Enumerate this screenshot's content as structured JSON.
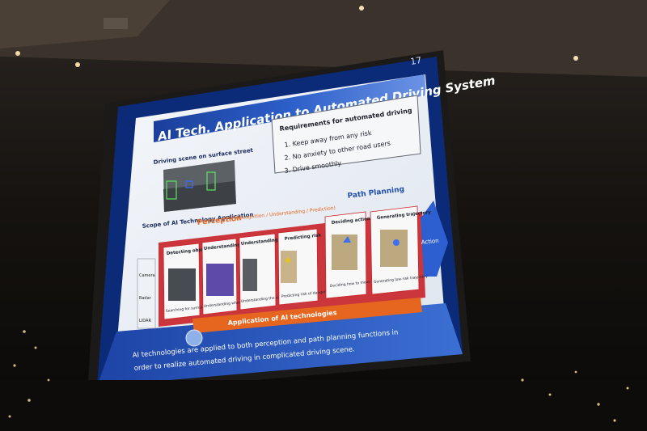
{
  "slide": {
    "title": "AI Tech. Application to Automated Driving System",
    "page_number": "17",
    "driving_scene_label": "Driving scene on surface street",
    "requirements": {
      "heading": "Requirements for automated driving",
      "items": [
        "1. Keep away from any risk",
        "2. No anxiety to other road users",
        "3. Drive smoothly"
      ]
    },
    "path_planning": "Path Planning",
    "scope_label": "Scope of AI Technology Application",
    "perception": "Perception",
    "perception_sub": "(Recognition / Understanding / Prediction)",
    "sensors": [
      "Camera",
      "Radar",
      "LIDAR"
    ],
    "stages": [
      {
        "title": "Detecting objects",
        "caption": "Searching for surroundings"
      },
      {
        "title": "Understanding relationships",
        "caption": "Understanding where they are"
      },
      {
        "title": "Understanding situation",
        "caption": "Understanding the situation"
      },
      {
        "title": "Predicting risk",
        "caption": "Predicting risk of danger"
      },
      {
        "title": "Deciding action",
        "caption": "Deciding how to move"
      },
      {
        "title": "Generating trajectory",
        "caption": "Generating low-risk trajectory"
      }
    ],
    "action_label": "Action",
    "ai_bar": "Application of AI technologies",
    "footer_line1": "AI technologies are applied to both perception and path planning functions in",
    "footer_line2": "order to realize automated driving in complicated driving scene.",
    "colors": {
      "accent_blue": "#1f4fb0",
      "orange": "#e7661f",
      "red": "#c8262b",
      "slide_bg": "#eef2f7"
    }
  }
}
